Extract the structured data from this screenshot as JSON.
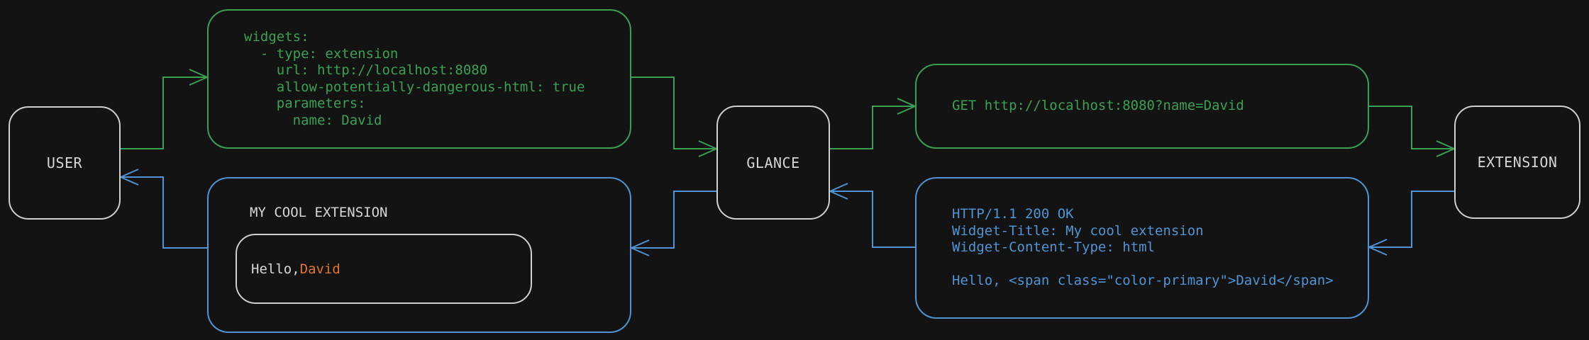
{
  "colors": {
    "background": "#131313",
    "green": "#3aa053",
    "blue": "#4f94d4",
    "gray": "#d6d6d6",
    "grayborder": "#cfcfcf",
    "orange": "#e0742c"
  },
  "nodes": {
    "user": {
      "label": "USER"
    },
    "glance": {
      "label": "GLANCE"
    },
    "extension": {
      "label": "EXTENSION"
    }
  },
  "config_box": {
    "code": "widgets:\n  - type: extension\n    url: http://localhost:8080\n    allow-potentially-dangerous-html: true\n    parameters:\n      name: David"
  },
  "request_box": {
    "code": "GET http://localhost:8080?name=David"
  },
  "response_box": {
    "code": "HTTP/1.1 200 OK\nWidget-Title: My cool extension\nWidget-Content-Type: html\n\nHello, <span class=\"color-primary\">David</span>"
  },
  "widget_box": {
    "title": "MY COOL EXTENSION",
    "greeting_prefix": "Hello, ",
    "greeting_name": "David"
  }
}
